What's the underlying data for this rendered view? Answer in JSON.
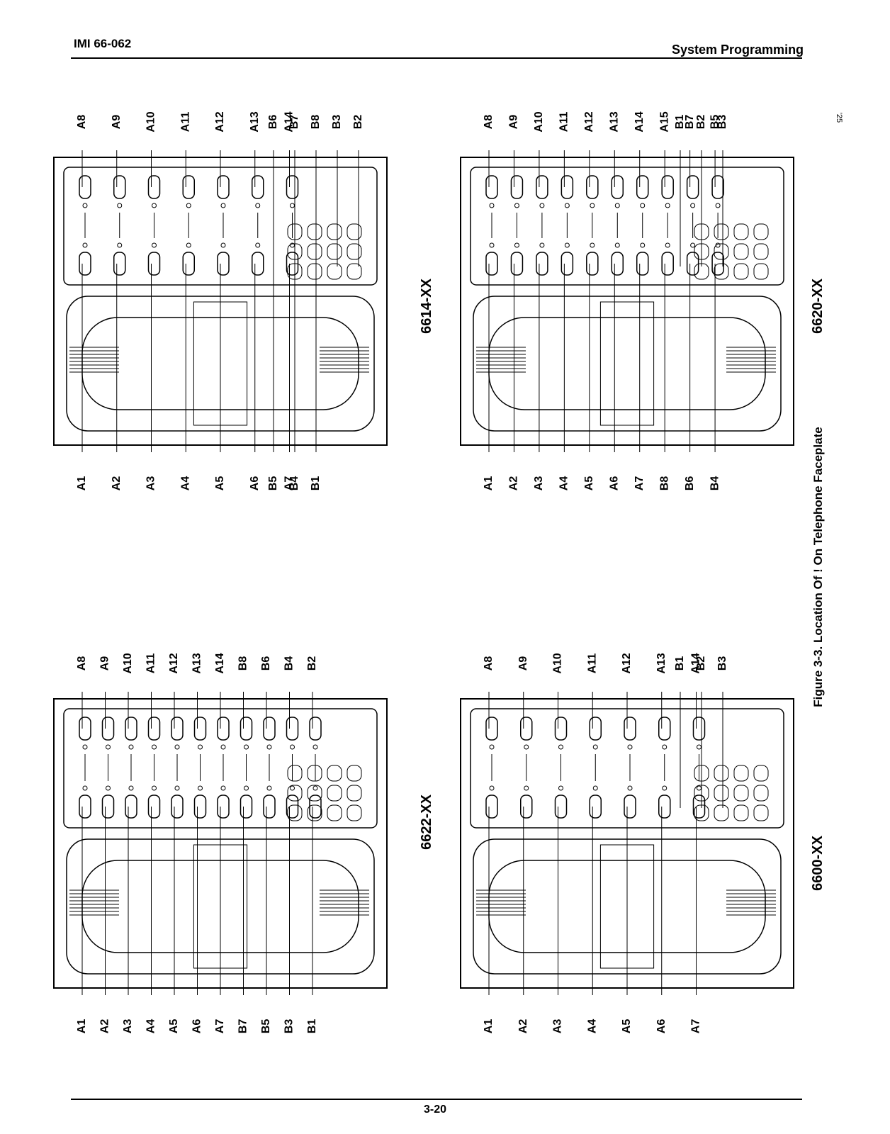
{
  "header": {
    "left": "IMI 66-062",
    "right": "System Programming"
  },
  "footer": {
    "page_number": "3-20"
  },
  "corner_mark": "'25",
  "figure": {
    "caption": "Figure 3-3.  Location Of !      On Telephone Faceplate",
    "phones": [
      {
        "model": "6614-XX",
        "left_labels": [
          "A1",
          "A2",
          "A3",
          "A4",
          "A5",
          "A6",
          "A7"
        ],
        "left_labels_b": [
          "B5",
          "B4",
          "B1"
        ],
        "right_labels": [
          "A8",
          "A9",
          "A10",
          "A11",
          "A12",
          "A13",
          "A14"
        ],
        "right_labels_b": [
          "B6",
          "B7",
          "B8",
          "B3",
          "B2"
        ]
      },
      {
        "model": "6620-XX",
        "left_labels": [
          "A1",
          "A2",
          "A3",
          "A4",
          "A5",
          "A6",
          "A7",
          "B8",
          "B6",
          "B4"
        ],
        "right_labels": [
          "A8",
          "A9",
          "A10",
          "A11",
          "A12",
          "A13",
          "A14",
          "A15",
          "B7",
          "B5"
        ],
        "right_labels_b": [
          "B1",
          "B2",
          "B3"
        ]
      },
      {
        "model": "6622-XX",
        "left_labels": [
          "A1",
          "A2",
          "A3",
          "A4",
          "A5",
          "A6",
          "A7",
          "B7",
          "B5",
          "B3",
          "B1"
        ],
        "right_labels": [
          "A8",
          "A9",
          "A10",
          "A11",
          "A12",
          "A13",
          "A14",
          "B8",
          "B6",
          "B4",
          "B2"
        ]
      },
      {
        "model": "6600-XX",
        "left_labels": [
          "A1",
          "A2",
          "A3",
          "A4",
          "A5",
          "A6",
          "A7"
        ],
        "right_labels": [
          "A8",
          "A9",
          "A10",
          "A11",
          "A12",
          "A13",
          "A14"
        ],
        "right_labels_b": [
          "B1",
          "B2",
          "B3"
        ]
      }
    ]
  }
}
